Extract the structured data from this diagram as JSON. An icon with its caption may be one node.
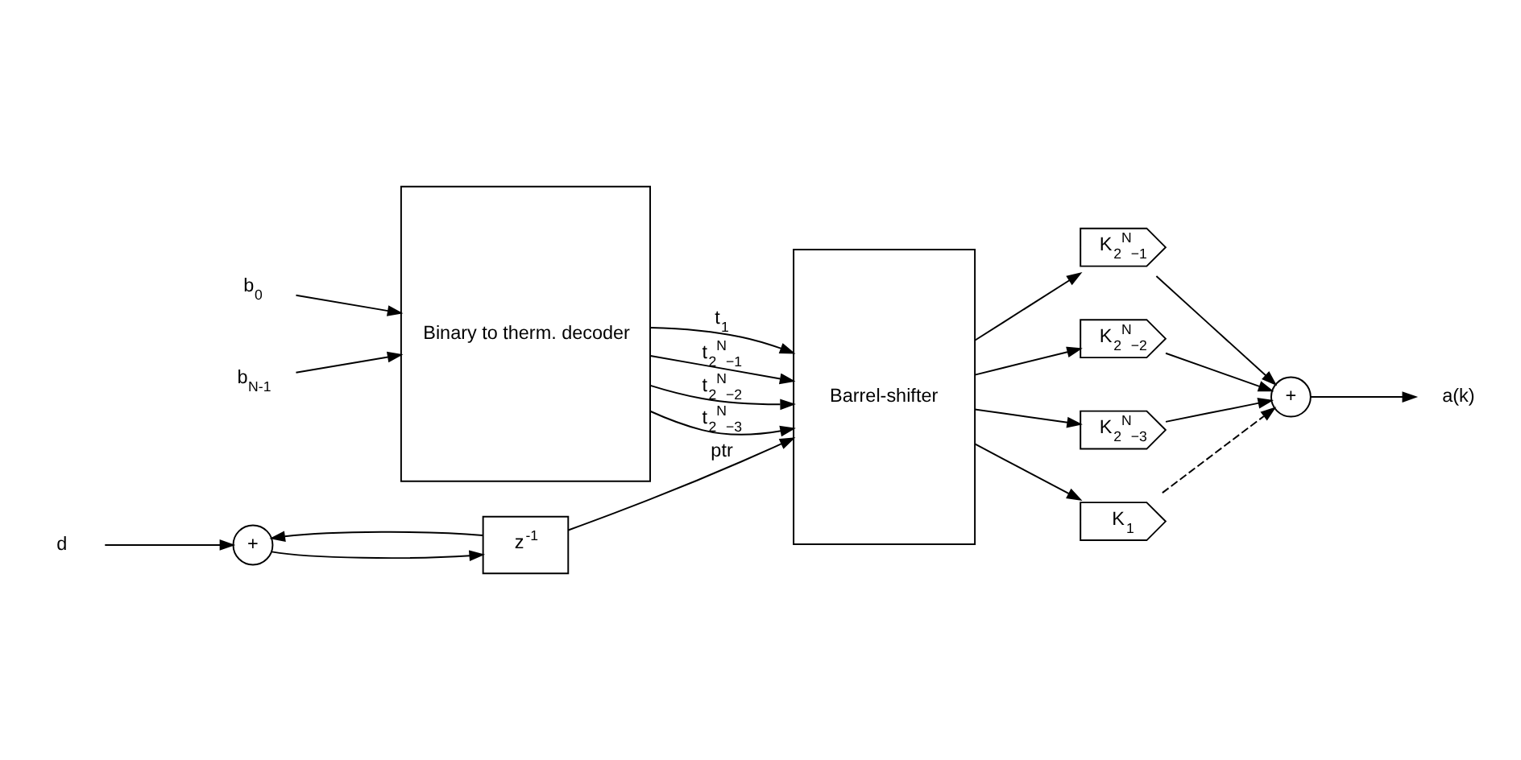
{
  "diagram": {
    "nodes": [
      {
        "text": [
          "b$_{N-1}$"
        ]
      },
      {
        "text": [
          "b$_{0}$"
        ]
      },
      {
        "text": [
          "Binary to therm. decoder"
        ]
      },
      {
        "text": [
          "Barrel-shifter"
        ]
      },
      {
        "text": [
          "K$_{2}$$^{N}$$_{−1}$"
        ]
      },
      {
        "text": [
          "K$_{2}$$^{N}$$_{−2}$"
        ]
      },
      {
        "text": [
          "K$_{2}$$^{N}$$_{−3}$"
        ]
      },
      {
        "text": [
          "K$_{1}$"
        ]
      },
      {
        "text": [
          "+"
        ]
      },
      {
        "text": [
          "a(k)"
        ]
      },
      {
        "text": [
          "z$^{-1}$"
        ]
      },
      {
        "text": [
          "+"
        ]
      },
      {
        "text": [
          "d"
        ]
      }
    ],
    "edges": [
      {
        "from": 0,
        "to": 2,
        "arrow": "to"
      },
      {
        "from": 1,
        "to": 2,
        "arrow": "to"
      },
      {
        "from": 2,
        "to": 3,
        "arrow": "to",
        "label": "t$_{2}$$^{N}$$_{−1}$"
      },
      {
        "from": 2,
        "to": 3,
        "arrow": "to",
        "label": "t$_{2}$$^{N}$$_{−2}$"
      },
      {
        "from": 2,
        "to": 3,
        "arrow": "to",
        "label": "t$_{2}$$^{N}$$_{−3}$"
      },
      {
        "from": 2,
        "to": 3,
        "arrow": "to",
        "label": "t$_{1}$"
      },
      {
        "from": 3,
        "to": 4,
        "arrow": "to"
      },
      {
        "from": 3,
        "to": 5,
        "arrow": "to"
      },
      {
        "from": 3,
        "to": 6,
        "arrow": "to"
      },
      {
        "from": 3,
        "to": 7,
        "arrow": "to"
      },
      {
        "from": 4,
        "to": 8,
        "arrow": "to"
      },
      {
        "from": 5,
        "to": 8,
        "arrow": "to"
      },
      {
        "from": 6,
        "to": 8,
        "arrow": "to"
      },
      {
        "from": 7,
        "to": 8,
        "arrow": "to",
        "style": "dashed"
      },
      {
        "from": 8,
        "to": 9,
        "arrow": "to"
      },
      {
        "from": 12,
        "to": 11,
        "arrow": "to"
      },
      {
        "from": 11,
        "to": 10,
        "arrow": "to"
      },
      {
        "from": 10,
        "to": 3,
        "arrow": "to",
        "label": "ptr"
      },
      {
        "from": 10,
        "to": 11,
        "arrow": "to"
      }
    ]
  }
}
